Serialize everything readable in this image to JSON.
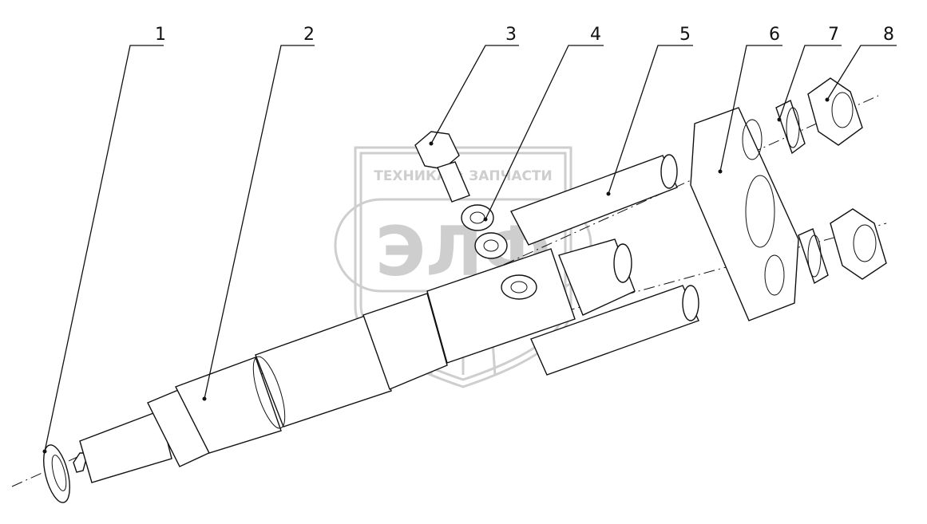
{
  "callouts": [
    {
      "id": "callout-1",
      "label": "1"
    },
    {
      "id": "callout-2",
      "label": "2"
    },
    {
      "id": "callout-3",
      "label": "3"
    },
    {
      "id": "callout-4",
      "label": "4"
    },
    {
      "id": "callout-5",
      "label": "5"
    },
    {
      "id": "callout-6",
      "label": "6"
    },
    {
      "id": "callout-7",
      "label": "7"
    },
    {
      "id": "callout-8",
      "label": "8"
    }
  ],
  "watermark": {
    "top_text": "ТЕХНИКА ⚙ ЗАПЧАСТИ",
    "logo_text": "ЭЛФ"
  }
}
